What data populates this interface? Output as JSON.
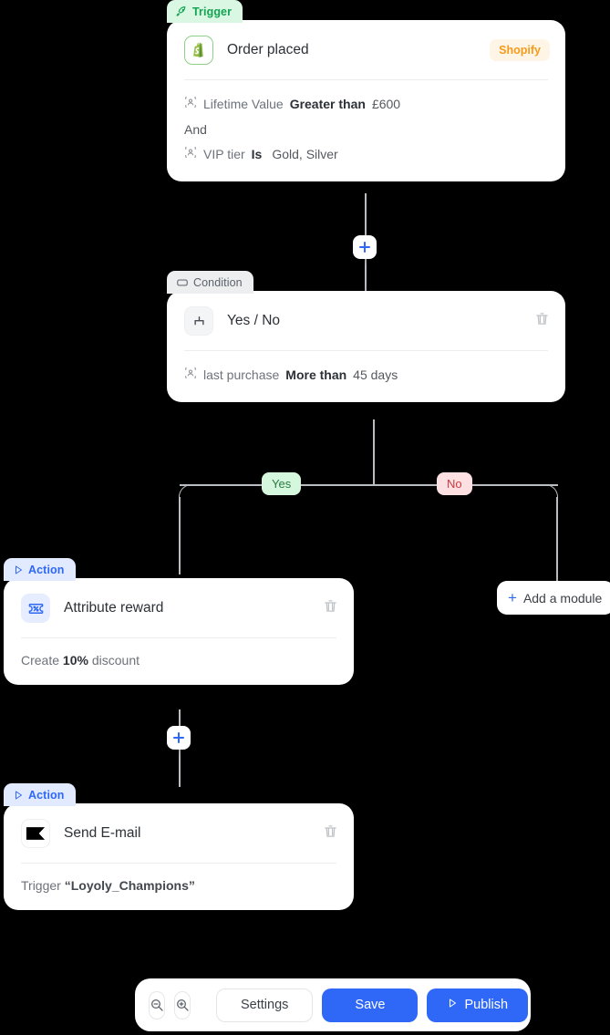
{
  "nodes": {
    "trigger": {
      "badge": "Trigger",
      "badge_icon": "rocket-icon",
      "title": "Order placed",
      "icon": "shopify-icon",
      "vendor": "Shopify",
      "rules": [
        {
          "icon": "user-icon",
          "field": "Lifetime Value",
          "operator": "Greater than",
          "value": "£600"
        },
        {
          "icon": null,
          "field": "And",
          "operator": "",
          "value": ""
        },
        {
          "icon": "user-icon",
          "field": "VIP tier",
          "operator": "Is",
          "value": "Gold, Silver"
        }
      ]
    },
    "condition": {
      "badge": "Condition",
      "badge_icon": "rectangle-icon",
      "title": "Yes / No",
      "icon": "branch-icon",
      "delete_icon": "trash-icon",
      "rules": [
        {
          "icon": "user-icon",
          "field": "last purchase",
          "operator": "More than",
          "value": "45 days"
        }
      ]
    },
    "action_reward": {
      "badge": "Action",
      "badge_icon": "play-icon",
      "title": "Attribute reward",
      "icon": "coupon-percent-icon",
      "delete_icon": "trash-icon",
      "body_prefix": "Create",
      "body_strong": "10%",
      "body_suffix": "discount"
    },
    "action_email": {
      "badge": "Action",
      "badge_icon": "play-icon",
      "title": "Send E-mail",
      "icon": "klaviyo-flag-icon",
      "delete_icon": "trash-icon",
      "body_prefix": "Trigger",
      "body_quoted": "“Loyoly_Champions”"
    }
  },
  "branches": {
    "yes_label": "Yes",
    "no_label": "No",
    "add_module_label": "Add a module",
    "add_module_icon": "plus-icon"
  },
  "connector_buttons": {
    "add_icon": "plus-icon",
    "count": 2
  },
  "toolbar": {
    "zoom_out_icon": "zoom-out-icon",
    "zoom_in_icon": "zoom-in-icon",
    "settings_label": "Settings",
    "save_label": "Save",
    "publish_label": "Publish",
    "publish_icon": "play-icon"
  },
  "colors": {
    "accent_blue": "#2f68f6",
    "trigger_green": "#13a452",
    "trigger_green_bg": "#d9f7e3",
    "yes_green_bg": "#d5f7dd",
    "no_red_bg": "#fde0e2",
    "no_red_text": "#cc3b43",
    "shopify_orange": "#f59b1c",
    "shopify_orange_bg": "#fff5e6",
    "connector_gray": "#b9bcc1",
    "canvas_background": "#000000"
  }
}
